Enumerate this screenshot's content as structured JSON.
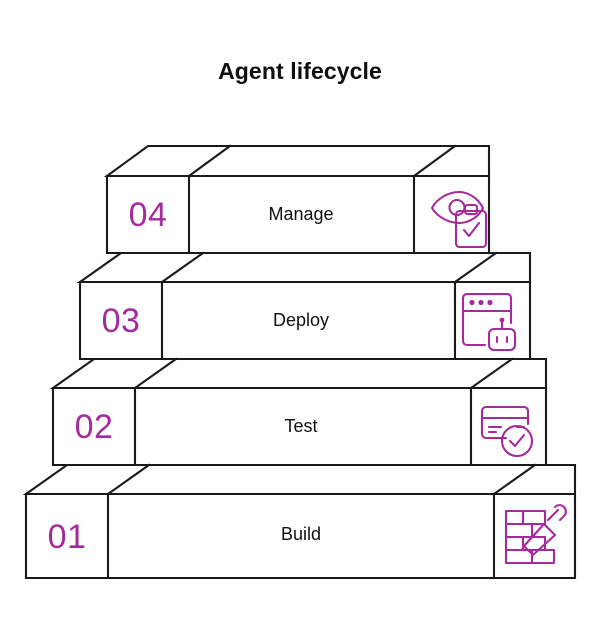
{
  "title": "Agent lifecycle",
  "colors": {
    "accent": "#a32b9c",
    "outline": "#1a1a1a",
    "text": "#111111",
    "background": "#ffffff",
    "title": "#0f0f0f"
  },
  "chart_data": {
    "type": "diagram",
    "diagram_type": "isometric-staircase",
    "title": "Agent lifecycle",
    "orientation": "ascending-left-to-right-bottom-to-top",
    "step_count": 4,
    "categories": [
      "Build",
      "Test",
      "Deploy",
      "Manage"
    ],
    "values": [
      1,
      2,
      3,
      4
    ],
    "steps": [
      {
        "number": "01",
        "label": "Build",
        "icon": "brick-wall-trowel-icon",
        "tier": 1,
        "position_from_bottom": 1
      },
      {
        "number": "02",
        "label": "Test",
        "icon": "card-check-circle-icon",
        "tier": 2,
        "position_from_bottom": 2
      },
      {
        "number": "03",
        "label": "Deploy",
        "icon": "browser-window-robot-icon",
        "tier": 3,
        "position_from_bottom": 3
      },
      {
        "number": "04",
        "label": "Manage",
        "icon": "eye-clipboard-check-icon",
        "tier": 4,
        "position_from_bottom": 4
      }
    ],
    "xlabel": "",
    "ylabel": "",
    "legend": [],
    "grid": false
  }
}
